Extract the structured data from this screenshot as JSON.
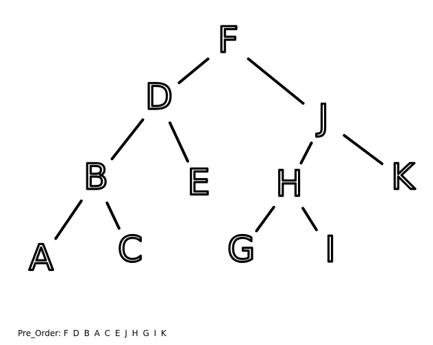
{
  "tree": {
    "nodes": [
      {
        "id": "F",
        "label": "F"
      },
      {
        "id": "D",
        "label": "D"
      },
      {
        "id": "J",
        "label": "J"
      },
      {
        "id": "B",
        "label": "B"
      },
      {
        "id": "E",
        "label": "E"
      },
      {
        "id": "H",
        "label": "H"
      },
      {
        "id": "K",
        "label": "K"
      },
      {
        "id": "A",
        "label": "A"
      },
      {
        "id": "C",
        "label": "C"
      },
      {
        "id": "G",
        "label": "G"
      },
      {
        "id": "I",
        "label": "I"
      }
    ],
    "edges": [
      {
        "from": "F",
        "to": "D"
      },
      {
        "from": "F",
        "to": "J"
      },
      {
        "from": "D",
        "to": "B"
      },
      {
        "from": "D",
        "to": "E"
      },
      {
        "from": "J",
        "to": "H"
      },
      {
        "from": "J",
        "to": "K"
      },
      {
        "from": "B",
        "to": "A"
      },
      {
        "from": "B",
        "to": "C"
      },
      {
        "from": "H",
        "to": "G"
      },
      {
        "from": "H",
        "to": "I"
      }
    ]
  },
  "caption": {
    "label": "Pre_Order:",
    "value": "F D B A C E J H G I K"
  }
}
